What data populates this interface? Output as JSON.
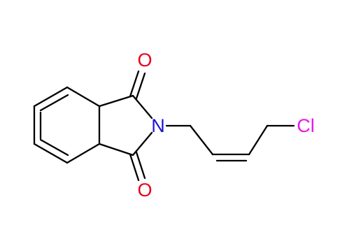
{
  "molecule": {
    "atoms": {
      "o_top": {
        "label": "O",
        "color": "#e8001c"
      },
      "o_bottom": {
        "label": "O",
        "color": "#e8001c"
      },
      "n": {
        "label": "N",
        "color": "#1d12d6"
      },
      "cl": {
        "label": "Cl",
        "color": "#e816e8"
      }
    },
    "bond_color": "#000000"
  }
}
